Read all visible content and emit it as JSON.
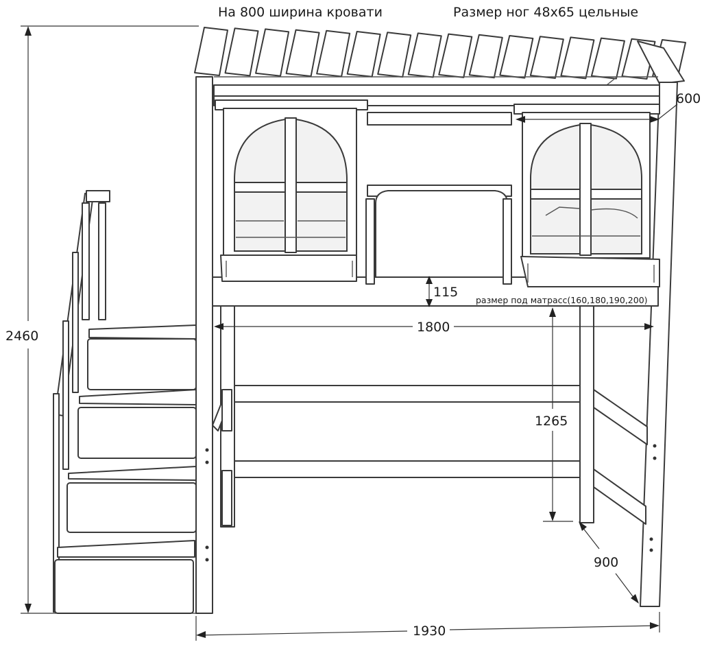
{
  "notes": {
    "bed_width": "На 800 ширина кровати",
    "legs": "Размер ног 48х65 цельные"
  },
  "dimensions": {
    "total_height": "2460",
    "depth_top": "600",
    "rail_height": "115",
    "mattress_note": "размер под матрасс(160,180,190,200)",
    "inner_length": "1800",
    "clearance": "1265",
    "depth_bottom": "900",
    "total_length": "1930"
  }
}
